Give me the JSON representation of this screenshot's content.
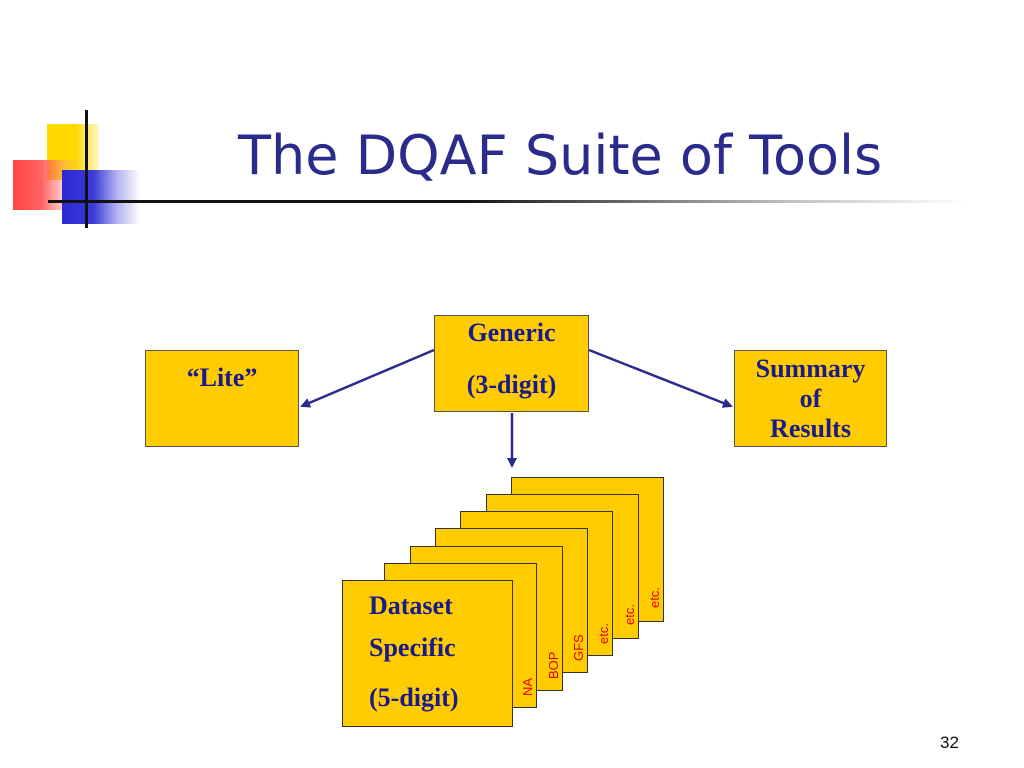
{
  "slide": {
    "title": "The DQAF Suite of Tools",
    "page_number": "32"
  },
  "diagram": {
    "generic": {
      "line1": "Generic",
      "line2": "(3-digit)"
    },
    "lite": {
      "label": "“Lite”"
    },
    "summary": {
      "line1": "Summary",
      "line2": "of",
      "line3": "Results"
    },
    "dataset_specific": {
      "line1": "Dataset",
      "line2": "Specific",
      "line3": "(5-digit)"
    },
    "stack_labels": [
      "NA",
      "BOP",
      "GFS",
      "etc.",
      "etc.",
      "etc."
    ]
  },
  "colors": {
    "box_fill": "#ffcc00",
    "box_text": "#1a1a8a",
    "arrow": "#2b2b8c",
    "stack_label": "#e00000",
    "title": "#2b2b8c"
  }
}
